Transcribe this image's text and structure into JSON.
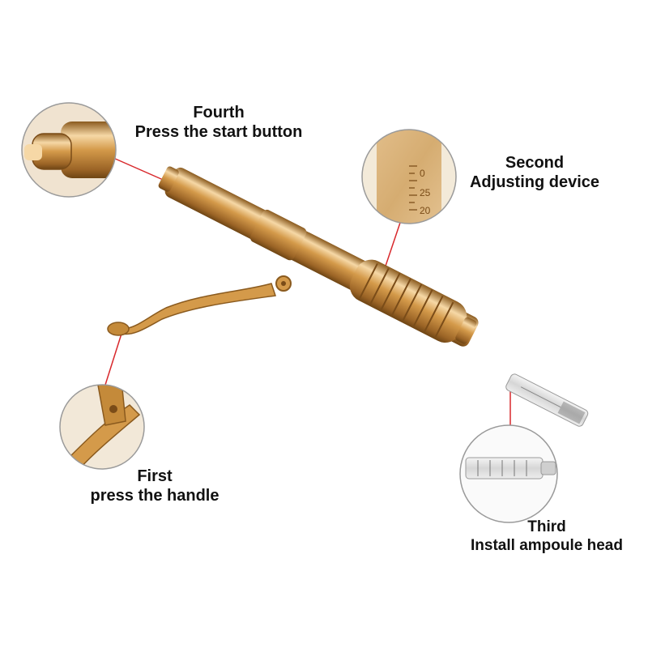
{
  "steps": {
    "first": {
      "title": "First",
      "detail": "press the handle"
    },
    "second": {
      "title": "Second",
      "detail": "Adjusting device"
    },
    "third": {
      "title": "Third",
      "detail": "Install ampoule head"
    },
    "fourth": {
      "title": "Fourth",
      "detail": "Press the start button"
    }
  },
  "scale_marks": [
    "0",
    "25",
    "20"
  ],
  "colors": {
    "gold": "#d49a4a",
    "gold_dark": "#8a5a1e",
    "gold_light": "#f6d8a6",
    "leader": "#d8282c",
    "text": "#111111"
  }
}
